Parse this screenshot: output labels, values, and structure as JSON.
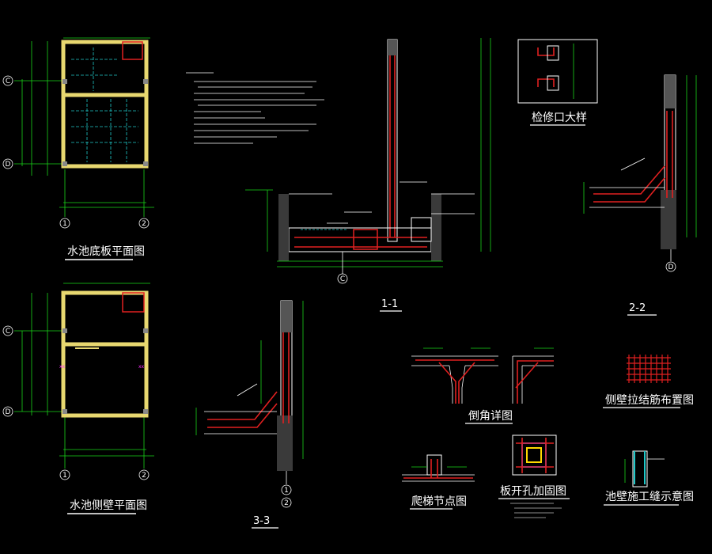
{
  "colors": {
    "background": "#000000",
    "dim": "#18d418",
    "outline": "#ffffff",
    "rebar": "#e02020",
    "slab": "#20c8c8",
    "wall": "#e8d870",
    "mark": "#ff30ff"
  },
  "views": {
    "bottom_plan": {
      "title": "水池底板平面图",
      "axes": {
        "top": "C",
        "bottom": "D",
        "left": "1",
        "right": "2"
      }
    },
    "wall_plan": {
      "title": "水池侧壁平面图",
      "axes": {
        "top": "C",
        "bottom": "D",
        "left": "1",
        "right": "2"
      }
    },
    "section_1": {
      "title": "1-1",
      "axis": "C"
    },
    "section_2": {
      "title": "2-2",
      "axis": "D"
    },
    "section_3": {
      "title": "3-3",
      "axes": [
        "1",
        "2"
      ]
    },
    "detail_hatch": {
      "title": "检修口大样"
    },
    "detail_chamfer": {
      "title": "倒角详图"
    },
    "detail_tie": {
      "title": "侧壁拉结筋布置图"
    },
    "detail_ladder": {
      "title": "爬梯节点图"
    },
    "detail_opening": {
      "title": "板开孔加固图"
    },
    "detail_joint": {
      "title": "池壁施工缝示意图"
    }
  }
}
